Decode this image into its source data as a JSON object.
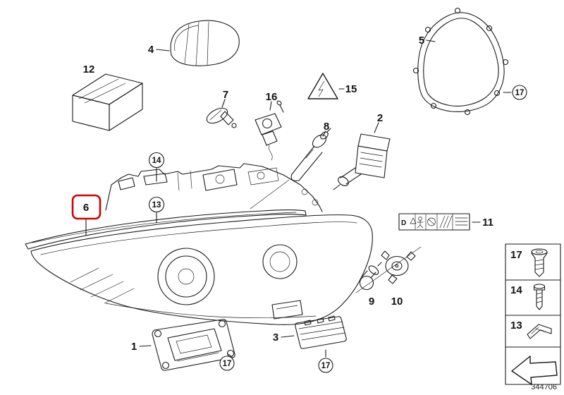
{
  "figure": {
    "type": "exploded-parts-diagram",
    "doc_number": "344706",
    "highlight_color": "#cc0000",
    "line_color": "#1a1a1a",
    "highlighted_callout": "6"
  },
  "callouts": {
    "c1": "1",
    "c2": "2",
    "c3": "3",
    "c4": "4",
    "c5": "5",
    "c6": "6",
    "c7": "7",
    "c8": "8",
    "c9": "9",
    "c10": "10",
    "c11": "11",
    "c12": "12",
    "c13": "13",
    "c14": "14",
    "c15": "15",
    "c16": "16",
    "c17": "17"
  },
  "warning_label": {
    "letter": "D",
    "symbols": [
      "warning-triangle",
      "person",
      "no-entry",
      "hatching",
      "text-lines"
    ]
  },
  "sidebar": {
    "rows": [
      {
        "label": "17",
        "icon": "countersunk-screw-icon"
      },
      {
        "label": "14",
        "icon": "pan-head-screw-icon"
      },
      {
        "label": "13",
        "icon": "spring-nut-clip-icon"
      },
      {
        "label": "",
        "icon": "direction-arrow-icon"
      }
    ]
  }
}
